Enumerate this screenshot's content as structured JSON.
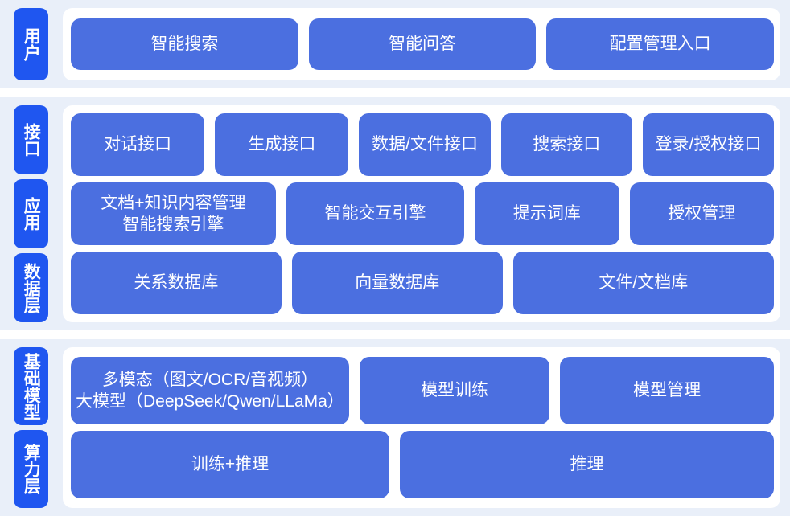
{
  "colors": {
    "band_background": "#e9eff9",
    "panel_background": "#ffffff",
    "rail_label": "#1f56f0",
    "box": "#4b6fe0",
    "text": "#ffffff",
    "page_background": "#ffffff"
  },
  "sections": [
    {
      "id": "user",
      "rail_labels": [
        "用户"
      ],
      "rows": [
        {
          "id": "user-entries",
          "boxes": [
            {
              "lines": [
                "智能搜索"
              ]
            },
            {
              "lines": [
                "智能问答"
              ]
            },
            {
              "lines": [
                "配置管理入口"
              ]
            }
          ]
        }
      ]
    },
    {
      "id": "middle",
      "rail_labels": [
        "接口",
        "应用",
        "数据层"
      ],
      "rows": [
        {
          "id": "interface",
          "boxes": [
            {
              "lines": [
                "对话接口"
              ]
            },
            {
              "lines": [
                "生成接口"
              ]
            },
            {
              "lines": [
                "数据/文件接口"
              ]
            },
            {
              "lines": [
                "搜索接口"
              ]
            },
            {
              "lines": [
                "登录/授权接口"
              ]
            }
          ]
        },
        {
          "id": "application",
          "boxes": [
            {
              "lines": [
                "文档+知识内容管理",
                "智能搜索引擎"
              ]
            },
            {
              "lines": [
                "智能交互引擎"
              ]
            },
            {
              "lines": [
                "提示词库"
              ]
            },
            {
              "lines": [
                "授权管理"
              ]
            }
          ]
        },
        {
          "id": "data",
          "boxes": [
            {
              "lines": [
                "关系数据库"
              ]
            },
            {
              "lines": [
                "向量数据库"
              ]
            },
            {
              "lines": [
                "文件/文档库"
              ]
            }
          ]
        }
      ]
    },
    {
      "id": "bottom",
      "rail_labels": [
        "基础模型",
        "算力层"
      ],
      "rows": [
        {
          "id": "foundation-model",
          "boxes": [
            {
              "lines": [
                "多模态（图文/OCR/音视频）",
                "大模型（DeepSeek/Qwen/LLaMa）"
              ]
            },
            {
              "lines": [
                "模型训练"
              ]
            },
            {
              "lines": [
                "模型管理"
              ]
            }
          ]
        },
        {
          "id": "compute",
          "boxes": [
            {
              "lines": [
                "训练+推理"
              ]
            },
            {
              "lines": [
                "推理"
              ]
            }
          ]
        }
      ]
    }
  ]
}
